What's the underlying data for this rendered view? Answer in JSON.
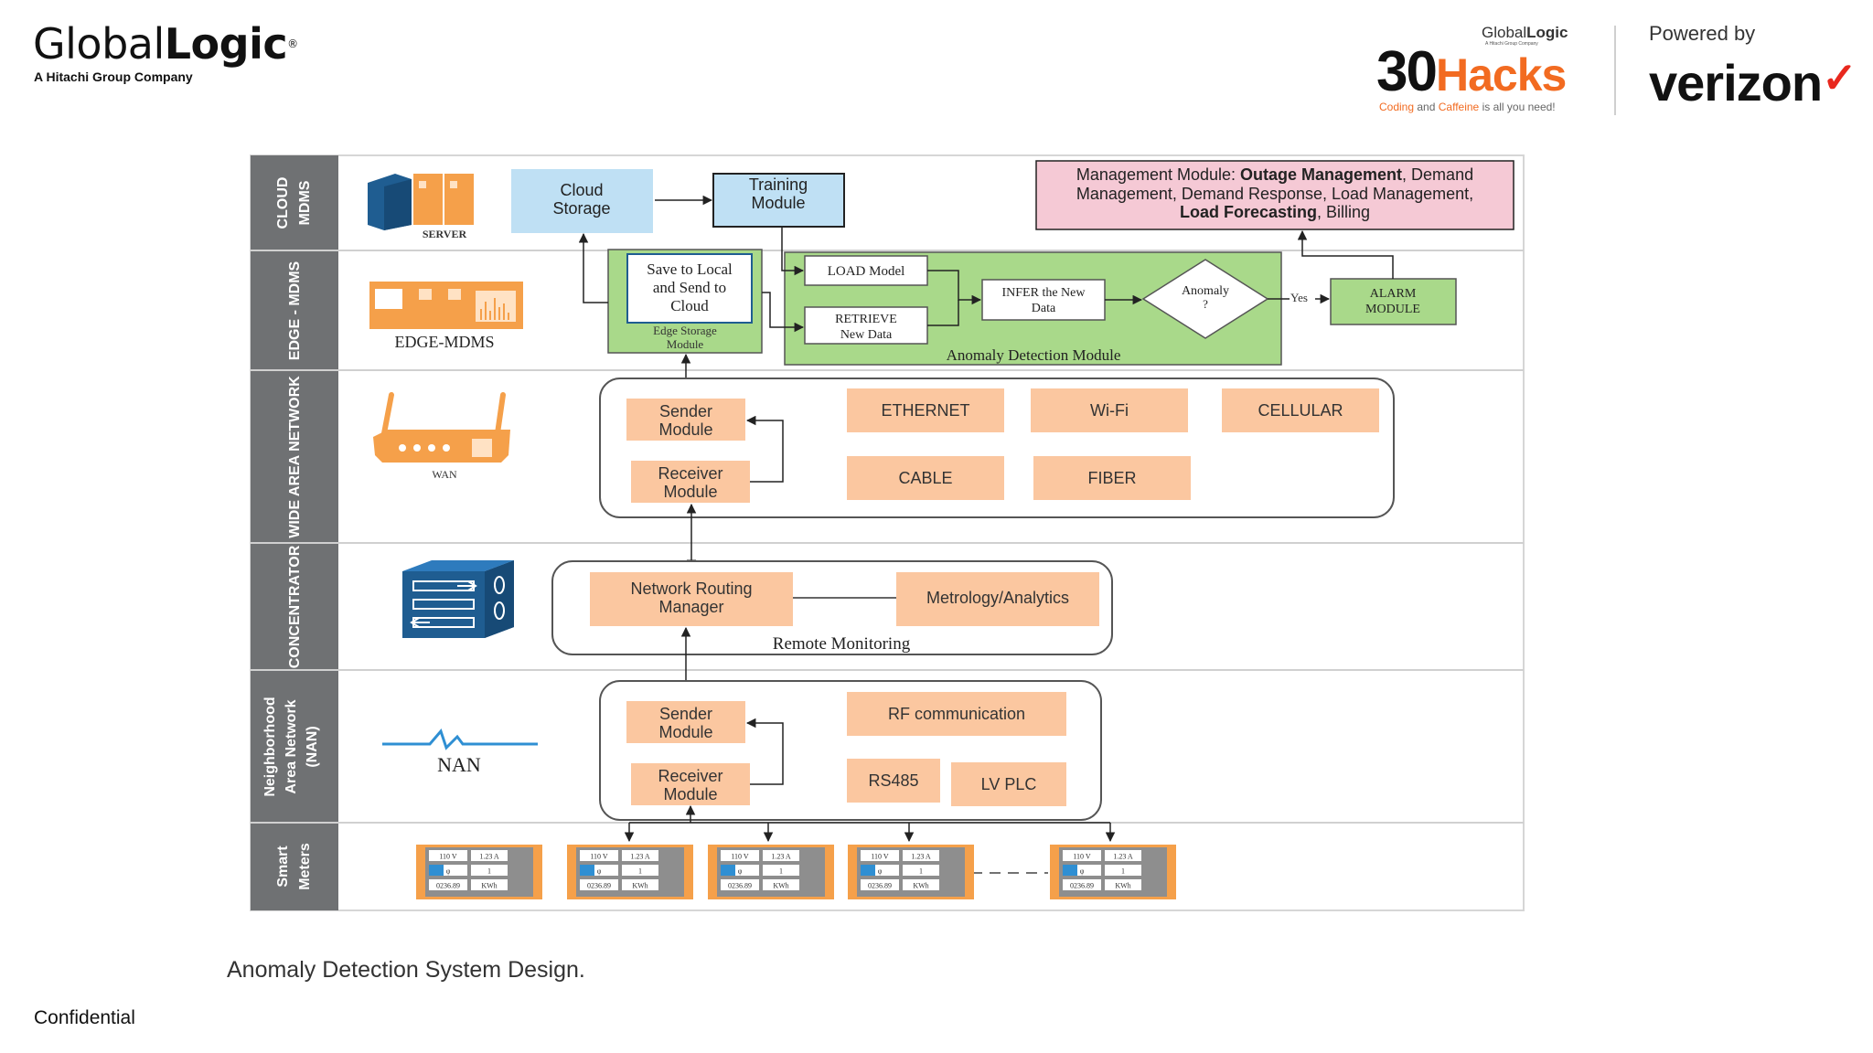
{
  "header": {
    "left_logo": {
      "word_regular": "Global",
      "word_bold": "Logic",
      "reg_mark": "®",
      "tagline": "A Hitachi Group Company"
    },
    "event_logo": {
      "small_brand_regular": "Global",
      "small_brand_bold": "Logic",
      "small_brand_tagline": "A Hitachi Group Company",
      "number": "30",
      "word": "Hacks",
      "slogan_1": "Coding",
      "slogan_2": "and",
      "slogan_3": "Caffeine",
      "slogan_4": "is all you need!"
    },
    "powered_by": "Powered by",
    "sponsor": "verizon",
    "sponsor_check": "✓"
  },
  "colors": {
    "lane_gray": "#6f7173",
    "orange_box": "#fbc7a0",
    "green_box": "#a9d98a",
    "blue_box": "#bfe0f4",
    "pink_box": "#f5c9d5",
    "orange_icon": "#f5a04a",
    "blue_icon": "#1f5d91",
    "verizon_red": "#e8281e"
  },
  "diagram": {
    "lanes": [
      {
        "line1": "CLOUD",
        "line2": "MDMS"
      },
      {
        "line1": "EDGE - MDMS",
        "line2": ""
      },
      {
        "line1": "WIDE AREA NETWORK",
        "line2": ""
      },
      {
        "line1": "CONCENTRATOR",
        "line2": ""
      },
      {
        "line1": "Neighborhood",
        "line2": "Area Network",
        "line3": "(NAN)"
      },
      {
        "line1": "Smart",
        "line2": "Meters"
      }
    ],
    "icons": {
      "server_label": "SERVER",
      "edge_label": "EDGE-MDMS",
      "wan_label": "WAN",
      "nan_label": "NAN"
    },
    "cloud": {
      "storage": [
        "Cloud",
        "Storage"
      ],
      "training": [
        "Training",
        "Module"
      ],
      "management": {
        "line1_a": "Management Module: ",
        "line1_b": "Outage Management",
        "line1_c": ", Demand",
        "line2": "Management, Demand Response, Load Management,",
        "line3_a": "Load Forecasting",
        "line3_b": ", Billing"
      }
    },
    "edge": {
      "save": [
        "Save to Local",
        "and Send to",
        "Cloud"
      ],
      "edge_storage": [
        "Edge Storage",
        "Module"
      ],
      "load_model": "LOAD Model",
      "retrieve": [
        "RETRIEVE",
        "New Data"
      ],
      "infer": [
        "INFER the New",
        "Data"
      ],
      "anomaly": [
        "Anomaly",
        "?"
      ],
      "yes": "Yes",
      "alarm": [
        "ALARM",
        "MODULE"
      ],
      "anomaly_module": "Anomaly Detection Module"
    },
    "wan": {
      "sender": [
        "Sender",
        "Module"
      ],
      "receiver": [
        "Receiver",
        "Module"
      ],
      "ethernet": "ETHERNET",
      "wifi": "Wi-Fi",
      "cellular": "CELLULAR",
      "cable": "CABLE",
      "fiber": "FIBER"
    },
    "concentrator": {
      "routing": [
        "Network Routing",
        "Manager"
      ],
      "metrology": "Metrology/Analytics",
      "remote": "Remote Monitoring"
    },
    "nan": {
      "sender": [
        "Sender",
        "Module"
      ],
      "receiver": [
        "Receiver",
        "Module"
      ],
      "rf": "RF communication",
      "rs485": "RS485",
      "lvplc": "LV PLC"
    },
    "meter": {
      "voltage": "110 V",
      "current": "1.23 A",
      "phi": "φ",
      "value": "1",
      "reading": "0236.89",
      "unit": "KWh"
    }
  },
  "footer": {
    "caption": "Anomaly Detection System Design.",
    "confidential": "Confidential"
  }
}
